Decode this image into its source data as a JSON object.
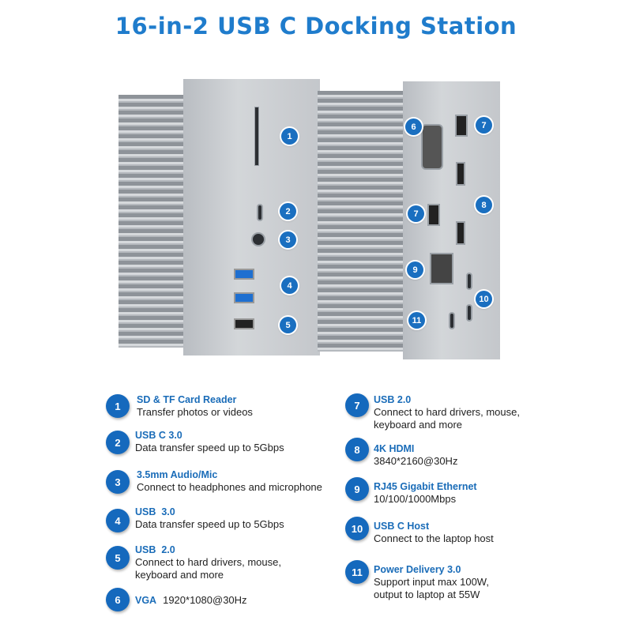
{
  "title": "16-in-2 USB C Docking Station",
  "colors": {
    "accent": "#1a6fc0",
    "title": "#1f7ccc"
  },
  "callouts": [
    "1",
    "2",
    "3",
    "4",
    "5",
    "6",
    "7",
    "7",
    "8",
    "9",
    "10",
    "11"
  ],
  "legend": [
    {
      "num": "1",
      "name": "SD & TF Card Reader",
      "desc": "Transfer photos or videos"
    },
    {
      "num": "2",
      "name": "USB C 3.0",
      "desc": "Data transfer speed up to 5Gbps"
    },
    {
      "num": "3",
      "name": "3.5mm Audio/Mic",
      "desc": "Connect to headphones and microphone"
    },
    {
      "num": "4",
      "name": "USB  3.0",
      "desc": "Data transfer speed up to 5Gbps"
    },
    {
      "num": "5",
      "name": "USB  2.0",
      "desc": "Connect to hard drivers, mouse,\nkeyboard and more"
    },
    {
      "num": "6",
      "name": "VGA",
      "desc": "1920*1080@30Hz"
    },
    {
      "num": "7",
      "name": "USB 2.0",
      "desc": "Connect to hard drivers, mouse,\n keyboard and more"
    },
    {
      "num": "8",
      "name": "4K HDMI",
      "desc": "3840*2160@30Hz"
    },
    {
      "num": "9",
      "name": "RJ45 Gigabit Ethernet",
      "desc": "10/100/1000Mbps"
    },
    {
      "num": "10",
      "name": "USB C Host",
      "desc": "Connect to the laptop host"
    },
    {
      "num": "11",
      "name": "Power Delivery 3.0",
      "desc": "Support input max 100W,\noutput to laptop at 55W"
    }
  ]
}
